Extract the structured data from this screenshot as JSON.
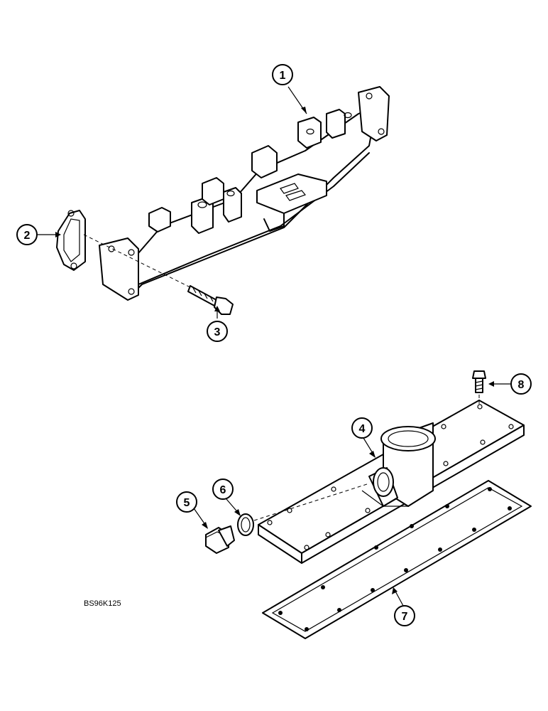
{
  "diagram": {
    "drawing_code": "BS96K125",
    "callouts": [
      {
        "id": "callout-1",
        "label": "1"
      },
      {
        "id": "callout-2",
        "label": "2"
      },
      {
        "id": "callout-3",
        "label": "3"
      },
      {
        "id": "callout-4",
        "label": "4"
      },
      {
        "id": "callout-5",
        "label": "5"
      },
      {
        "id": "callout-6",
        "label": "6"
      },
      {
        "id": "callout-7",
        "label": "7"
      },
      {
        "id": "callout-8",
        "label": "8"
      }
    ]
  }
}
